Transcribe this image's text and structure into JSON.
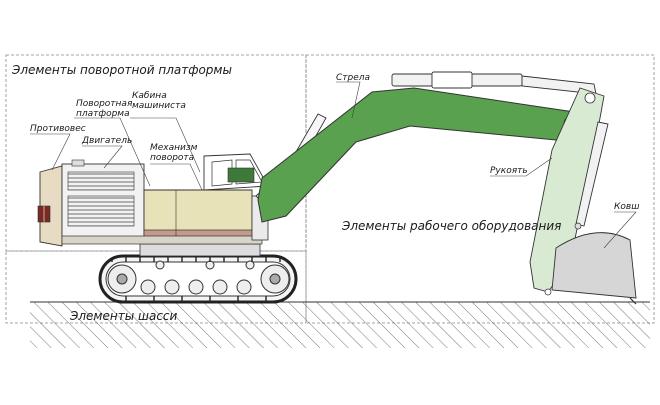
{
  "sections": {
    "platform": "Элементы поворотной платформы",
    "chassis": "Элементы шасси",
    "equipment": "Элементы рабочего оборудования"
  },
  "callouts": {
    "boom": "Стрела",
    "platform_line1": "Поворотная",
    "platform_line2": "платформа",
    "cabin_line1": "Кабина",
    "cabin_line2": "машиниста",
    "counterweight": "Противовес",
    "engine": "Двигатель",
    "swing_line1": "Механизм",
    "swing_line2": "поворота",
    "stick": "Рукоять",
    "bucket": "Ковш"
  },
  "colors": {
    "boom_green": "#5aa14f",
    "stick_green": "#d9ead3",
    "platform_beige": "#e8e2b8",
    "platform_base": "#c49a8c",
    "counterweight": "#e8dbc4",
    "bucket_gray": "#d6d6d6"
  }
}
